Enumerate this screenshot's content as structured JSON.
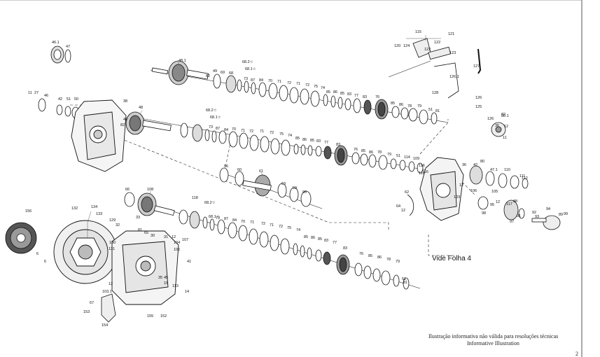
{
  "diagram": {
    "reference_note": "Vide Folha 4",
    "disclaimer_pt": "Ilustração informativa não válida para resoluções técnicas",
    "disclaimer_en": "Informative Illustration",
    "page_number": "2"
  },
  "part_labels": [
    "46.1",
    "47",
    "11",
    "27",
    "46",
    "42",
    "51",
    "50",
    "38",
    "82",
    "48",
    "49",
    "48.1",
    "82",
    "49",
    "69",
    "68",
    "68.2☆",
    "68.1☆",
    "73",
    "87",
    "84",
    "70",
    "71",
    "72",
    "71",
    "72",
    "75",
    "74",
    "85",
    "86",
    "85",
    "83",
    "77",
    "83",
    "76",
    "85",
    "86",
    "78",
    "79",
    "51",
    "81",
    "68.2☆",
    "68.1☆",
    "73",
    "87",
    "84",
    "70",
    "71",
    "72",
    "71",
    "72",
    "75",
    "74",
    "85",
    "86",
    "85",
    "83",
    "77",
    "83",
    "76",
    "85",
    "86",
    "78",
    "79",
    "51",
    "114",
    "109",
    "116",
    "110",
    "116",
    "115",
    "121",
    "120",
    "124",
    "122",
    "122",
    "123",
    "126.1",
    "127",
    "128",
    "126",
    "125",
    "126",
    "80.1",
    "36",
    "12",
    "11",
    "82",
    "36",
    "42",
    "80",
    "47.1",
    "110",
    "111",
    "112",
    "56",
    "60",
    "61",
    "63",
    "59",
    "96",
    "66",
    "108",
    "132",
    "134",
    "133",
    "156",
    "129",
    "32",
    "33",
    "118",
    "68.2☆",
    "68.1☆",
    "73",
    "87",
    "84",
    "70",
    "71",
    "72",
    "71",
    "72",
    "75",
    "74",
    "85",
    "86",
    "85",
    "83",
    "77",
    "83",
    "76",
    "85",
    "86",
    "78",
    "79",
    "51",
    "81",
    "81",
    "65",
    "30",
    "31",
    "12",
    "104",
    "106",
    "107",
    "41",
    "6",
    "6",
    "130",
    "131",
    "35",
    "45",
    "15",
    "113",
    "14",
    "12",
    "103.1",
    "67",
    "153",
    "154",
    "155",
    "152",
    "12",
    "103",
    "106",
    "105",
    "95",
    "12",
    "117",
    "88",
    "98",
    "91",
    "97",
    "92",
    "93",
    "94",
    "99",
    "64",
    "12",
    "62",
    "89"
  ]
}
